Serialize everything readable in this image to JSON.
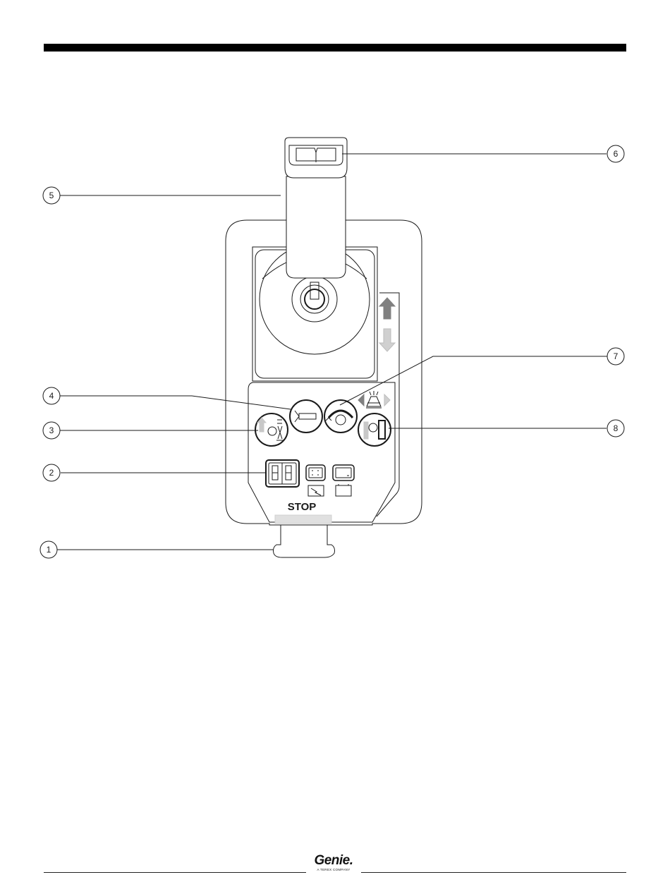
{
  "callouts": {
    "c1": "1",
    "c2": "2",
    "c3": "3",
    "c4": "4",
    "c5": "5",
    "c6": "6",
    "c7": "7",
    "c8": "8"
  },
  "control_box": {
    "stop_label": "STOP"
  },
  "footer": {
    "logo_word": "Genie.",
    "logo_sub": "A TEREX COMPANY"
  },
  "icons": [
    "horn-icon",
    "drive-enable-icon",
    "lift-function-icon",
    "steer-rocker-icon",
    "display-readout-icon",
    "fault-indicator-icon",
    "battery-indicator-icon",
    "up-arrow-icon",
    "down-arrow-icon"
  ],
  "colors": {
    "line": "#1a1a1a",
    "arrow_dark": "#808080",
    "arrow_light": "#d0d0d0",
    "stop_strip": "#e0e0e0"
  }
}
